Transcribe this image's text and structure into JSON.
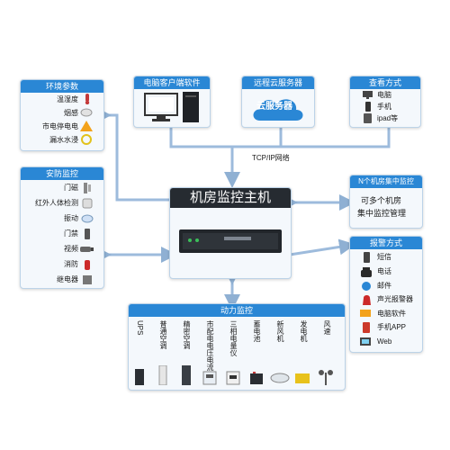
{
  "env": {
    "title": "环境参数",
    "items": [
      "温湿度",
      "烟感",
      "市电停电电",
      "漏水水浸"
    ]
  },
  "security": {
    "title": "安防监控",
    "items": [
      "门磁",
      "红外人体检测",
      "振动",
      "门禁",
      "视频",
      "消防",
      "继电器"
    ]
  },
  "pc_client": {
    "title": "电脑客户端软件"
  },
  "cloud": {
    "title": "远程云服务器",
    "label": "云服务器"
  },
  "view": {
    "title": "查看方式",
    "items": [
      "电脑",
      "手机",
      "ipad等"
    ]
  },
  "network": {
    "label": "TCP/IP网络"
  },
  "host": {
    "title": "机房监控主机"
  },
  "multi": {
    "title": "N个机房集中监控",
    "line1": "可多个机房",
    "line2": "集中监控管理"
  },
  "alarm": {
    "title": "报警方式",
    "items": [
      "短信",
      "电话",
      "邮件",
      "声光报警器",
      "电脑软件",
      "手机APP",
      "Web"
    ]
  },
  "power": {
    "title": "动力监控",
    "items": [
      "UPS",
      "普通空调",
      "精密空调",
      "市配电电压电流",
      "三相电量仪",
      "蓄电池",
      "新风机",
      "发电机",
      "风速"
    ]
  },
  "colors": {
    "header": "#2a87d5",
    "arrow": "#8fb0d3",
    "host_bg": "#262b31"
  }
}
